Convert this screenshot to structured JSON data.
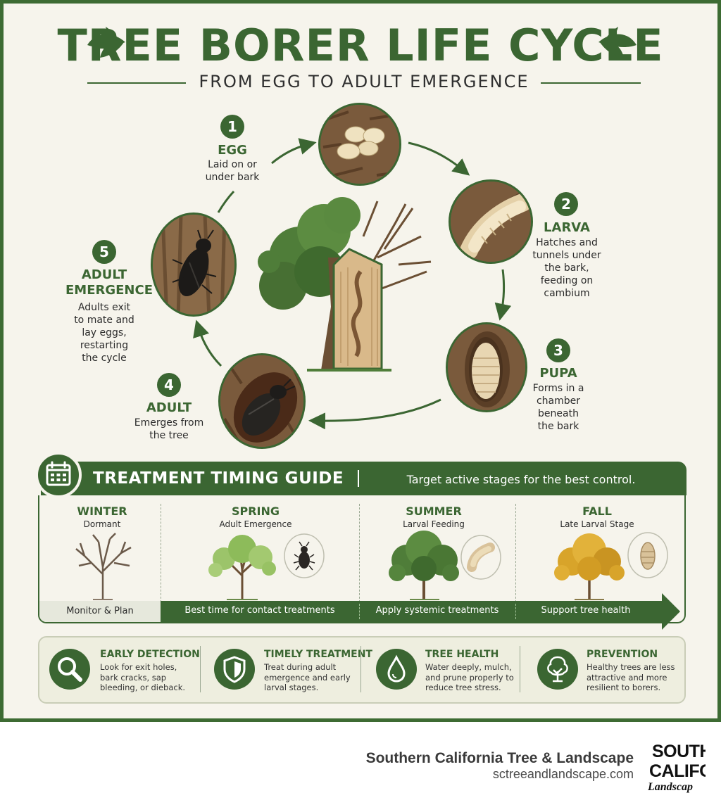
{
  "header": {
    "title": "TREE BORER LIFE CYCLE",
    "subtitle": "FROM EGG TO ADULT EMERGENCE"
  },
  "colors": {
    "primary_green": "#3b6632",
    "background": "#f6f4ec",
    "bark_brown": "#8a6a48"
  },
  "life_cycle": {
    "stages": [
      {
        "number": "1",
        "name": "EGG",
        "description_lines": [
          "Laid on or",
          "under bark"
        ],
        "icon": "eggs-on-bark-icon"
      },
      {
        "number": "2",
        "name": "LARVA",
        "description_lines": [
          "Hatches and",
          "tunnels under",
          "the bark,",
          "feeding on",
          "cambium"
        ],
        "icon": "larva-in-tunnel-icon"
      },
      {
        "number": "3",
        "name": "PUPA",
        "description_lines": [
          "Forms in a",
          "chamber",
          "beneath",
          "the bark"
        ],
        "icon": "pupa-in-chamber-icon"
      },
      {
        "number": "4",
        "name": "ADULT",
        "description_lines": [
          "Emerges from",
          "the tree"
        ],
        "icon": "beetle-emerging-icon"
      },
      {
        "number": "5",
        "name_lines": [
          "ADULT",
          "EMERGENCE"
        ],
        "description_lines": [
          "Adults exit",
          "to mate and",
          "lay eggs,",
          "restarting",
          "the cycle"
        ],
        "icon": "beetle-on-bark-icon"
      }
    ],
    "center_icon": "tree-cutaway-icon"
  },
  "treatment_guide": {
    "title": "TREATMENT TIMING GUIDE",
    "tagline": "Target active stages for the best control.",
    "icon": "calendar-icon",
    "seasons": [
      {
        "name": "WINTER",
        "subtitle": "Dormant",
        "icon": "bare-tree-icon"
      },
      {
        "name": "SPRING",
        "subtitle": "Adult Emergence",
        "icon": "spring-tree-icon",
        "stage_icon": "beetle-icon"
      },
      {
        "name": "SUMMER",
        "subtitle": "Larval Feeding",
        "icon": "summer-tree-icon",
        "stage_icon": "larva-icon"
      },
      {
        "name": "FALL",
        "subtitle": "Late Larval Stage",
        "icon": "fall-tree-icon",
        "stage_icon": "pupa-icon"
      }
    ],
    "timeline": [
      "Monitor & Plan",
      "Best time for contact treatments",
      "Apply systemic treatments",
      "Support tree health"
    ]
  },
  "tips": [
    {
      "title": "EARLY DETECTION",
      "lines": [
        "Look for exit holes,",
        "bark cracks, sap",
        "bleeding, or dieback."
      ],
      "icon": "magnifier-icon"
    },
    {
      "title": "TIMELY TREATMENT",
      "lines": [
        "Treat during adult",
        "emergence and early",
        "larval stages."
      ],
      "icon": "shield-icon"
    },
    {
      "title": "TREE HEALTH",
      "lines": [
        "Water deeply, mulch,",
        "and prune properly to",
        "reduce tree stress."
      ],
      "icon": "water-drop-icon"
    },
    {
      "title": "PREVENTION",
      "lines": [
        "Healthy trees are less",
        "attractive and more",
        "resilient to borers."
      ],
      "icon": "tree-icon"
    }
  ],
  "footer": {
    "company": "Southern California Tree & Landscape",
    "url": "sctreeandlandscape.com",
    "logo_lines": [
      "SOUTH",
      "CALIFO",
      "Landscap"
    ]
  }
}
